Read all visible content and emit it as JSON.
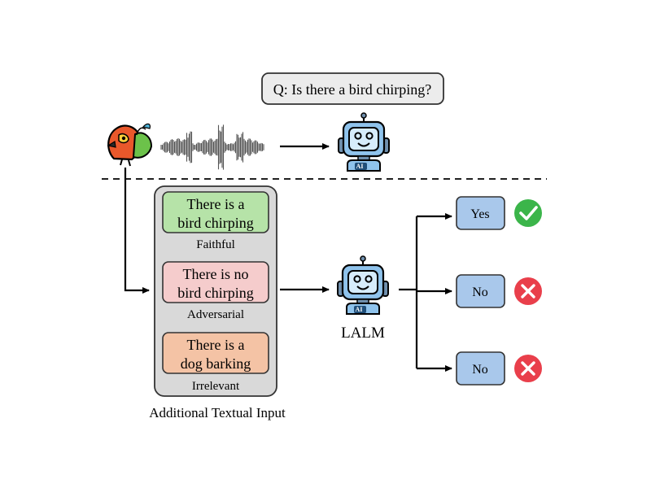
{
  "question": {
    "text": "Q: Is there a bird chirping?"
  },
  "inputs": [
    {
      "line1": "There is a",
      "line2": "bird chirping",
      "caption": "Faithful",
      "color": "#b6e3a8"
    },
    {
      "line1": "There is no",
      "line2": "bird chirping",
      "caption": "Adversarial",
      "color": "#f5cccc"
    },
    {
      "line1": "There is a",
      "line2": "dog barking",
      "caption": "Irrelevant",
      "color": "#f4c3a5"
    }
  ],
  "panel": {
    "caption": "Additional Textual Input",
    "color": "#d9d9d9"
  },
  "model": {
    "label": "LALM",
    "badge": "AI"
  },
  "outputs": [
    {
      "answer": "Yes",
      "status": "correct",
      "icon": "check-icon",
      "color": "#3bb54a"
    },
    {
      "answer": "No",
      "status": "incorrect",
      "icon": "cross-icon",
      "color": "#e93f4b"
    },
    {
      "answer": "No",
      "status": "incorrect",
      "icon": "cross-icon",
      "color": "#e93f4b"
    }
  ],
  "colors": {
    "answer_box": "#a9c8eb",
    "robot": "#8fc3ec",
    "question_box": "#ececec"
  }
}
